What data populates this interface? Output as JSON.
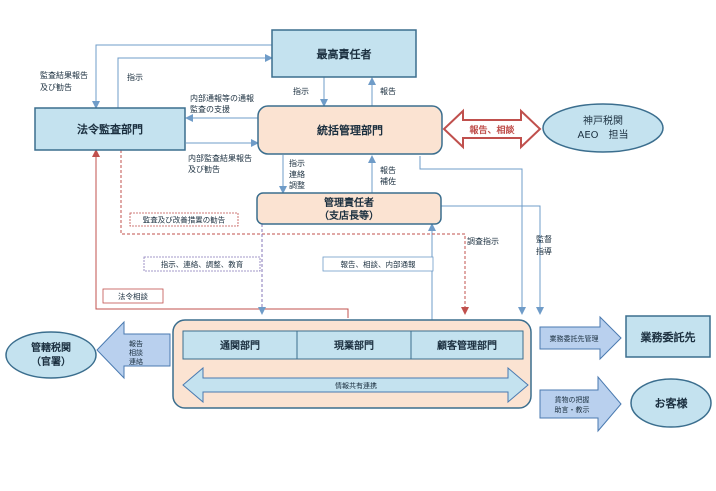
{
  "nodes": {
    "top_manager": "最高責任者",
    "legal_audit": "法令監査部門",
    "general_mgmt": "統括管理部門",
    "kobe_customs": [
      "神戸税関",
      "AEO　担当"
    ],
    "manager": [
      "管理責任者",
      "（支店長等）"
    ],
    "jurisdiction_customs": [
      "管轄税関",
      "（官署）"
    ],
    "dept_customs": "通関部門",
    "dept_site": "現業部門",
    "dept_client": "顧客管理部門",
    "contractor": "業務委託先",
    "customer": "お客様"
  },
  "labels": {
    "audit_report": [
      "監査結果報告",
      "及び勧告"
    ],
    "instruction_left": "指示",
    "instruction_top": "指示",
    "report_top": "報告",
    "internal_report": [
      "内部通報等の通報",
      "監査の支援"
    ],
    "internal_audit_result": [
      "内部監査結果報告",
      "及び勧告"
    ],
    "report_consult": "報告、相談",
    "instr_contact": [
      "指示",
      "連絡",
      "調整"
    ],
    "report_supplement": [
      "報告",
      "補佐"
    ],
    "audit_improve": "監査及び改善措置の勧告",
    "supervise_guide": [
      "監督",
      "指導"
    ],
    "improve_instr": "調査指示",
    "instr_education": "指示、連絡、調整、教育",
    "report_internal": "報告、相談、内部通報",
    "legal_consult": "法令相談",
    "left_arrow": [
      "報告",
      "相談",
      "連絡"
    ],
    "info_share": "情報共有連携",
    "outsourcing": "業務委託先管理",
    "customer_arrow": [
      "貨物の把握",
      "助言・教示"
    ]
  },
  "colors": {
    "box_fill": "#c4e2ef",
    "box_stroke": "#3b6e8e",
    "peach_fill": "#fbe3d2",
    "line_blue": "#6f9cc8",
    "line_red": "#c0504d",
    "dashed_purple": "#8577b8",
    "arrow_fill": "#b9d0ee",
    "arrow_stroke": "#4a7ab0"
  }
}
